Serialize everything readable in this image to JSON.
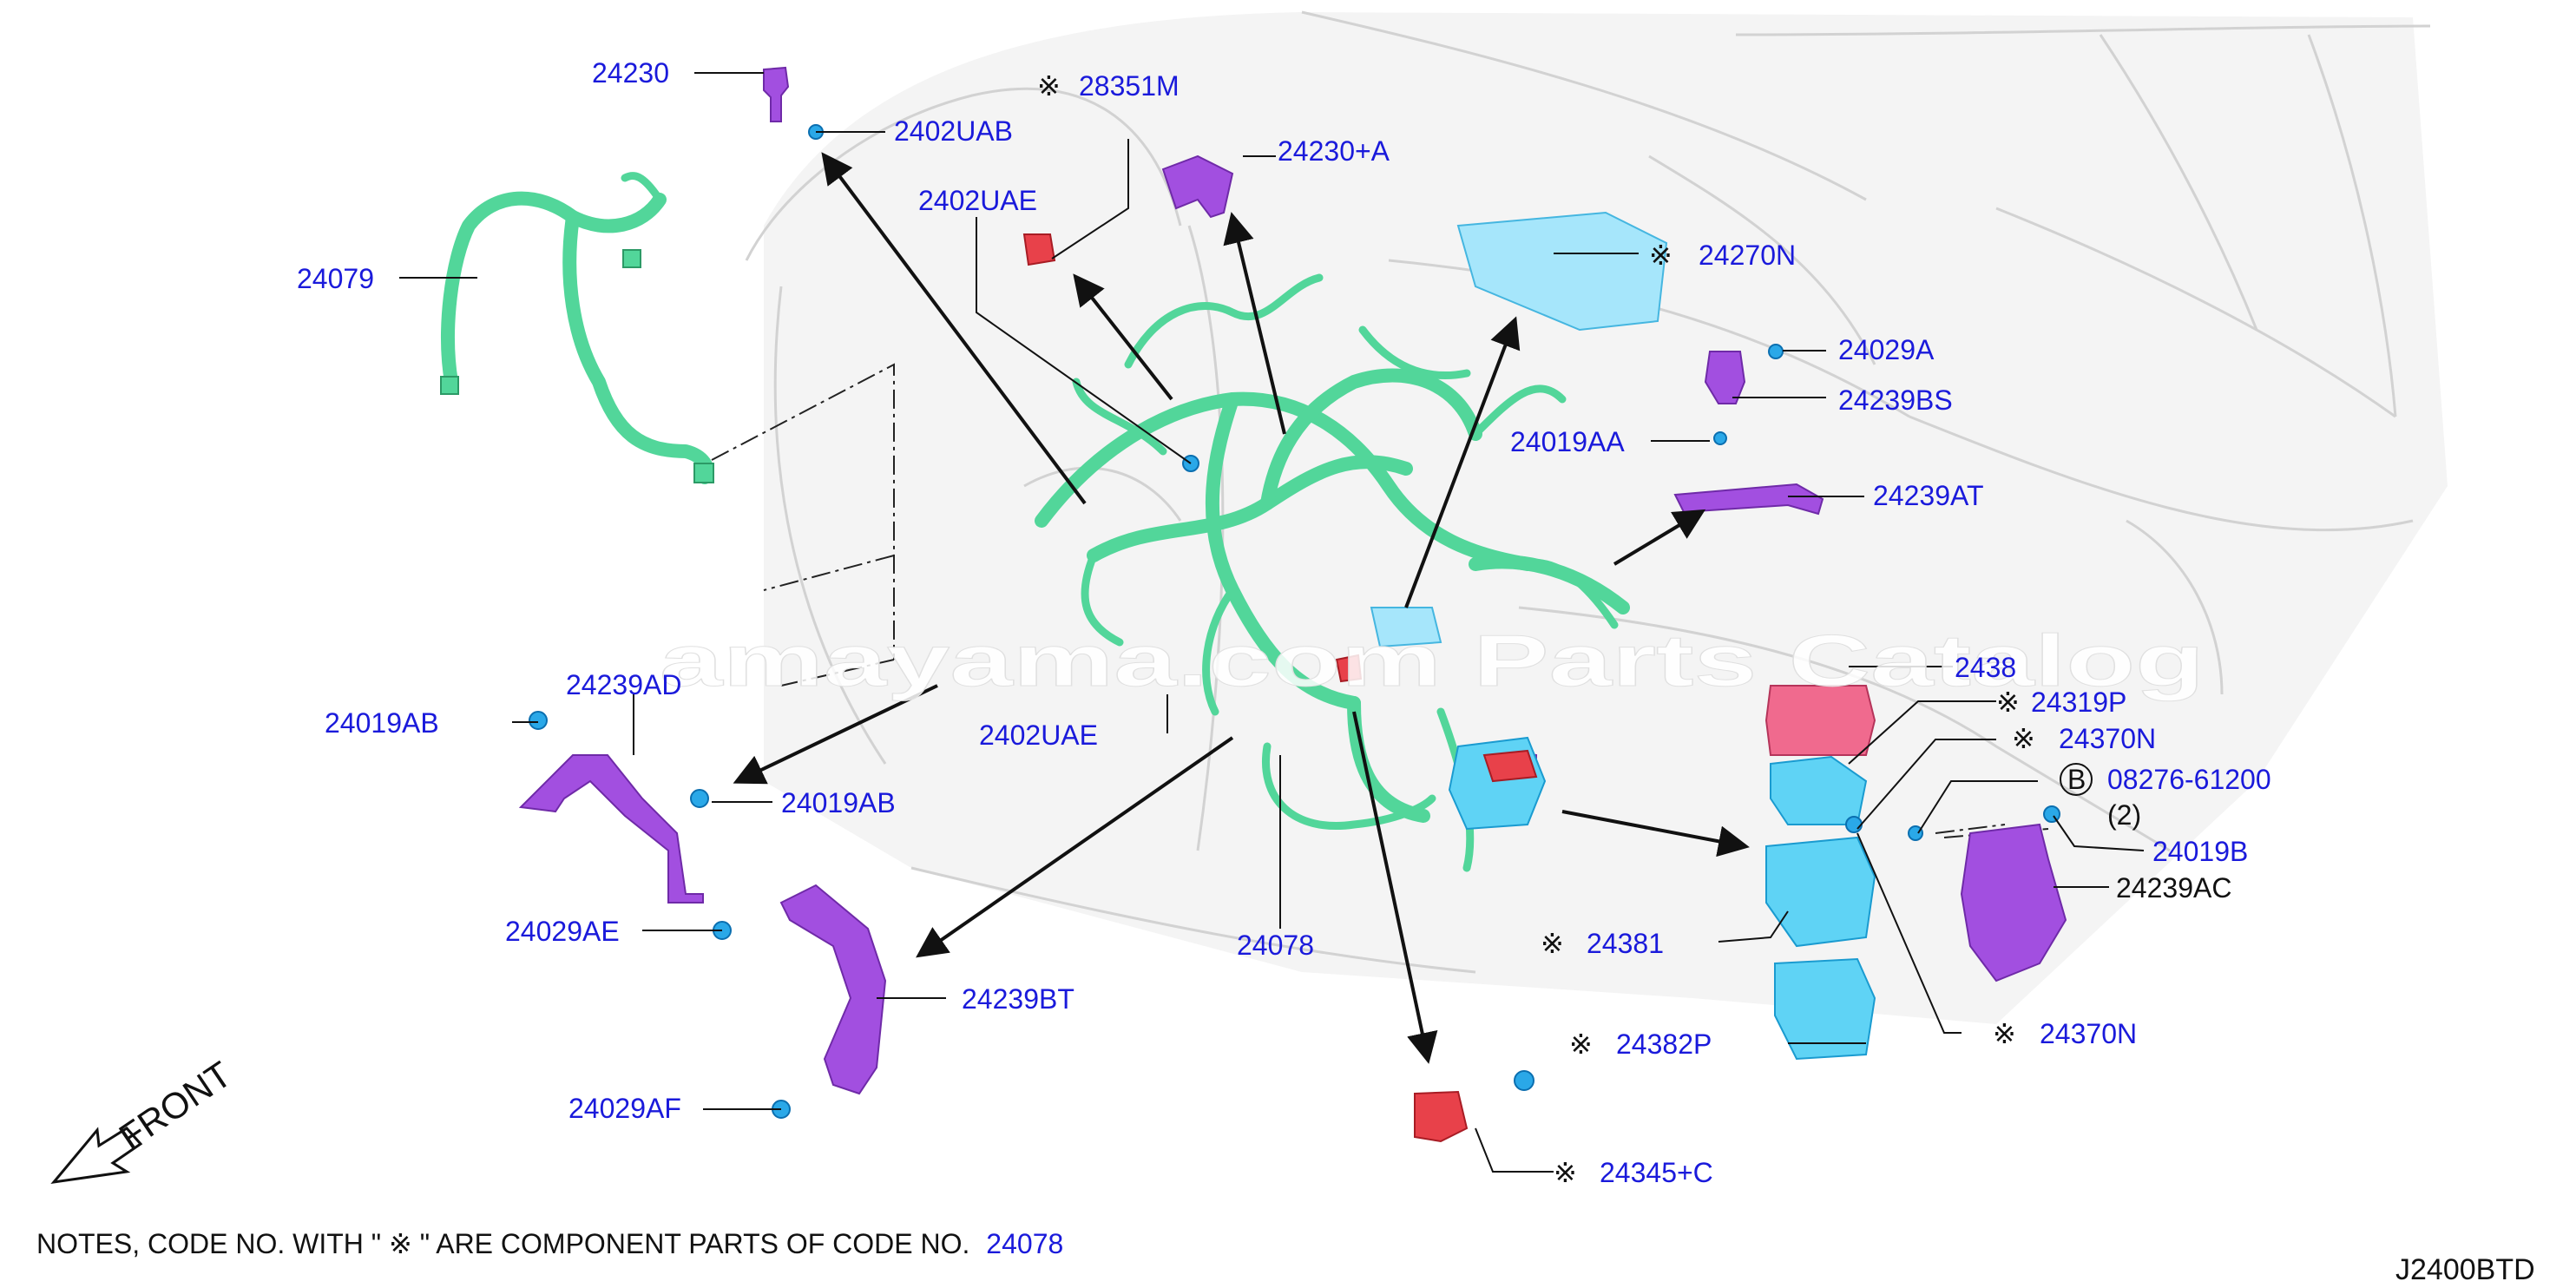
{
  "diagram": {
    "callouts": {
      "c24230": "24230",
      "c2402UAB": "2402UAB",
      "c28351M": "28351M",
      "c24230A": "24230+A",
      "c2402UAE_top": "2402UAE",
      "c24079": "24079",
      "c24270N": "24270N",
      "c24029A": "24029A",
      "c24239BS": "24239BS",
      "c24019AA": "24019AA",
      "c24239AT": "24239AT",
      "c24239AD": "24239AD",
      "c24019AB_left": "24019AB",
      "c24019AB_right": "24019AB",
      "c2402UAE_mid": "2402UAE",
      "c2438": "2438",
      "c24319P": "24319P",
      "c24370N_top": "24370N",
      "c08276": "08276-61200",
      "qty2": "(2)",
      "c24019B": "24019B",
      "c24239AC": "24239AC",
      "c24029AE": "24029AE",
      "c24239BT": "24239BT",
      "c24078": "24078",
      "c24381": "24381",
      "c24370N_bottom": "24370N",
      "c24382P": "24382P",
      "c24029AF": "24029AF",
      "c24345C": "24345+C"
    },
    "mark": "※",
    "circle_letter": "B",
    "front": "FRONT",
    "notes_prefix": "NOTES, CODE NO. WITH \" ※ \" ARE COMPONENT PARTS OF CODE NO.",
    "notes_code": "24078",
    "drawing_id": "J2400BTD",
    "watermark": "amayama.com Parts Catalog"
  },
  "colors": {
    "label_blue": "#1a1adb",
    "harness_green": "#52d69a",
    "bracket_purple": "#a24fe0",
    "box_cyan": "#5fd3f5",
    "relay_red": "#e8414a"
  }
}
